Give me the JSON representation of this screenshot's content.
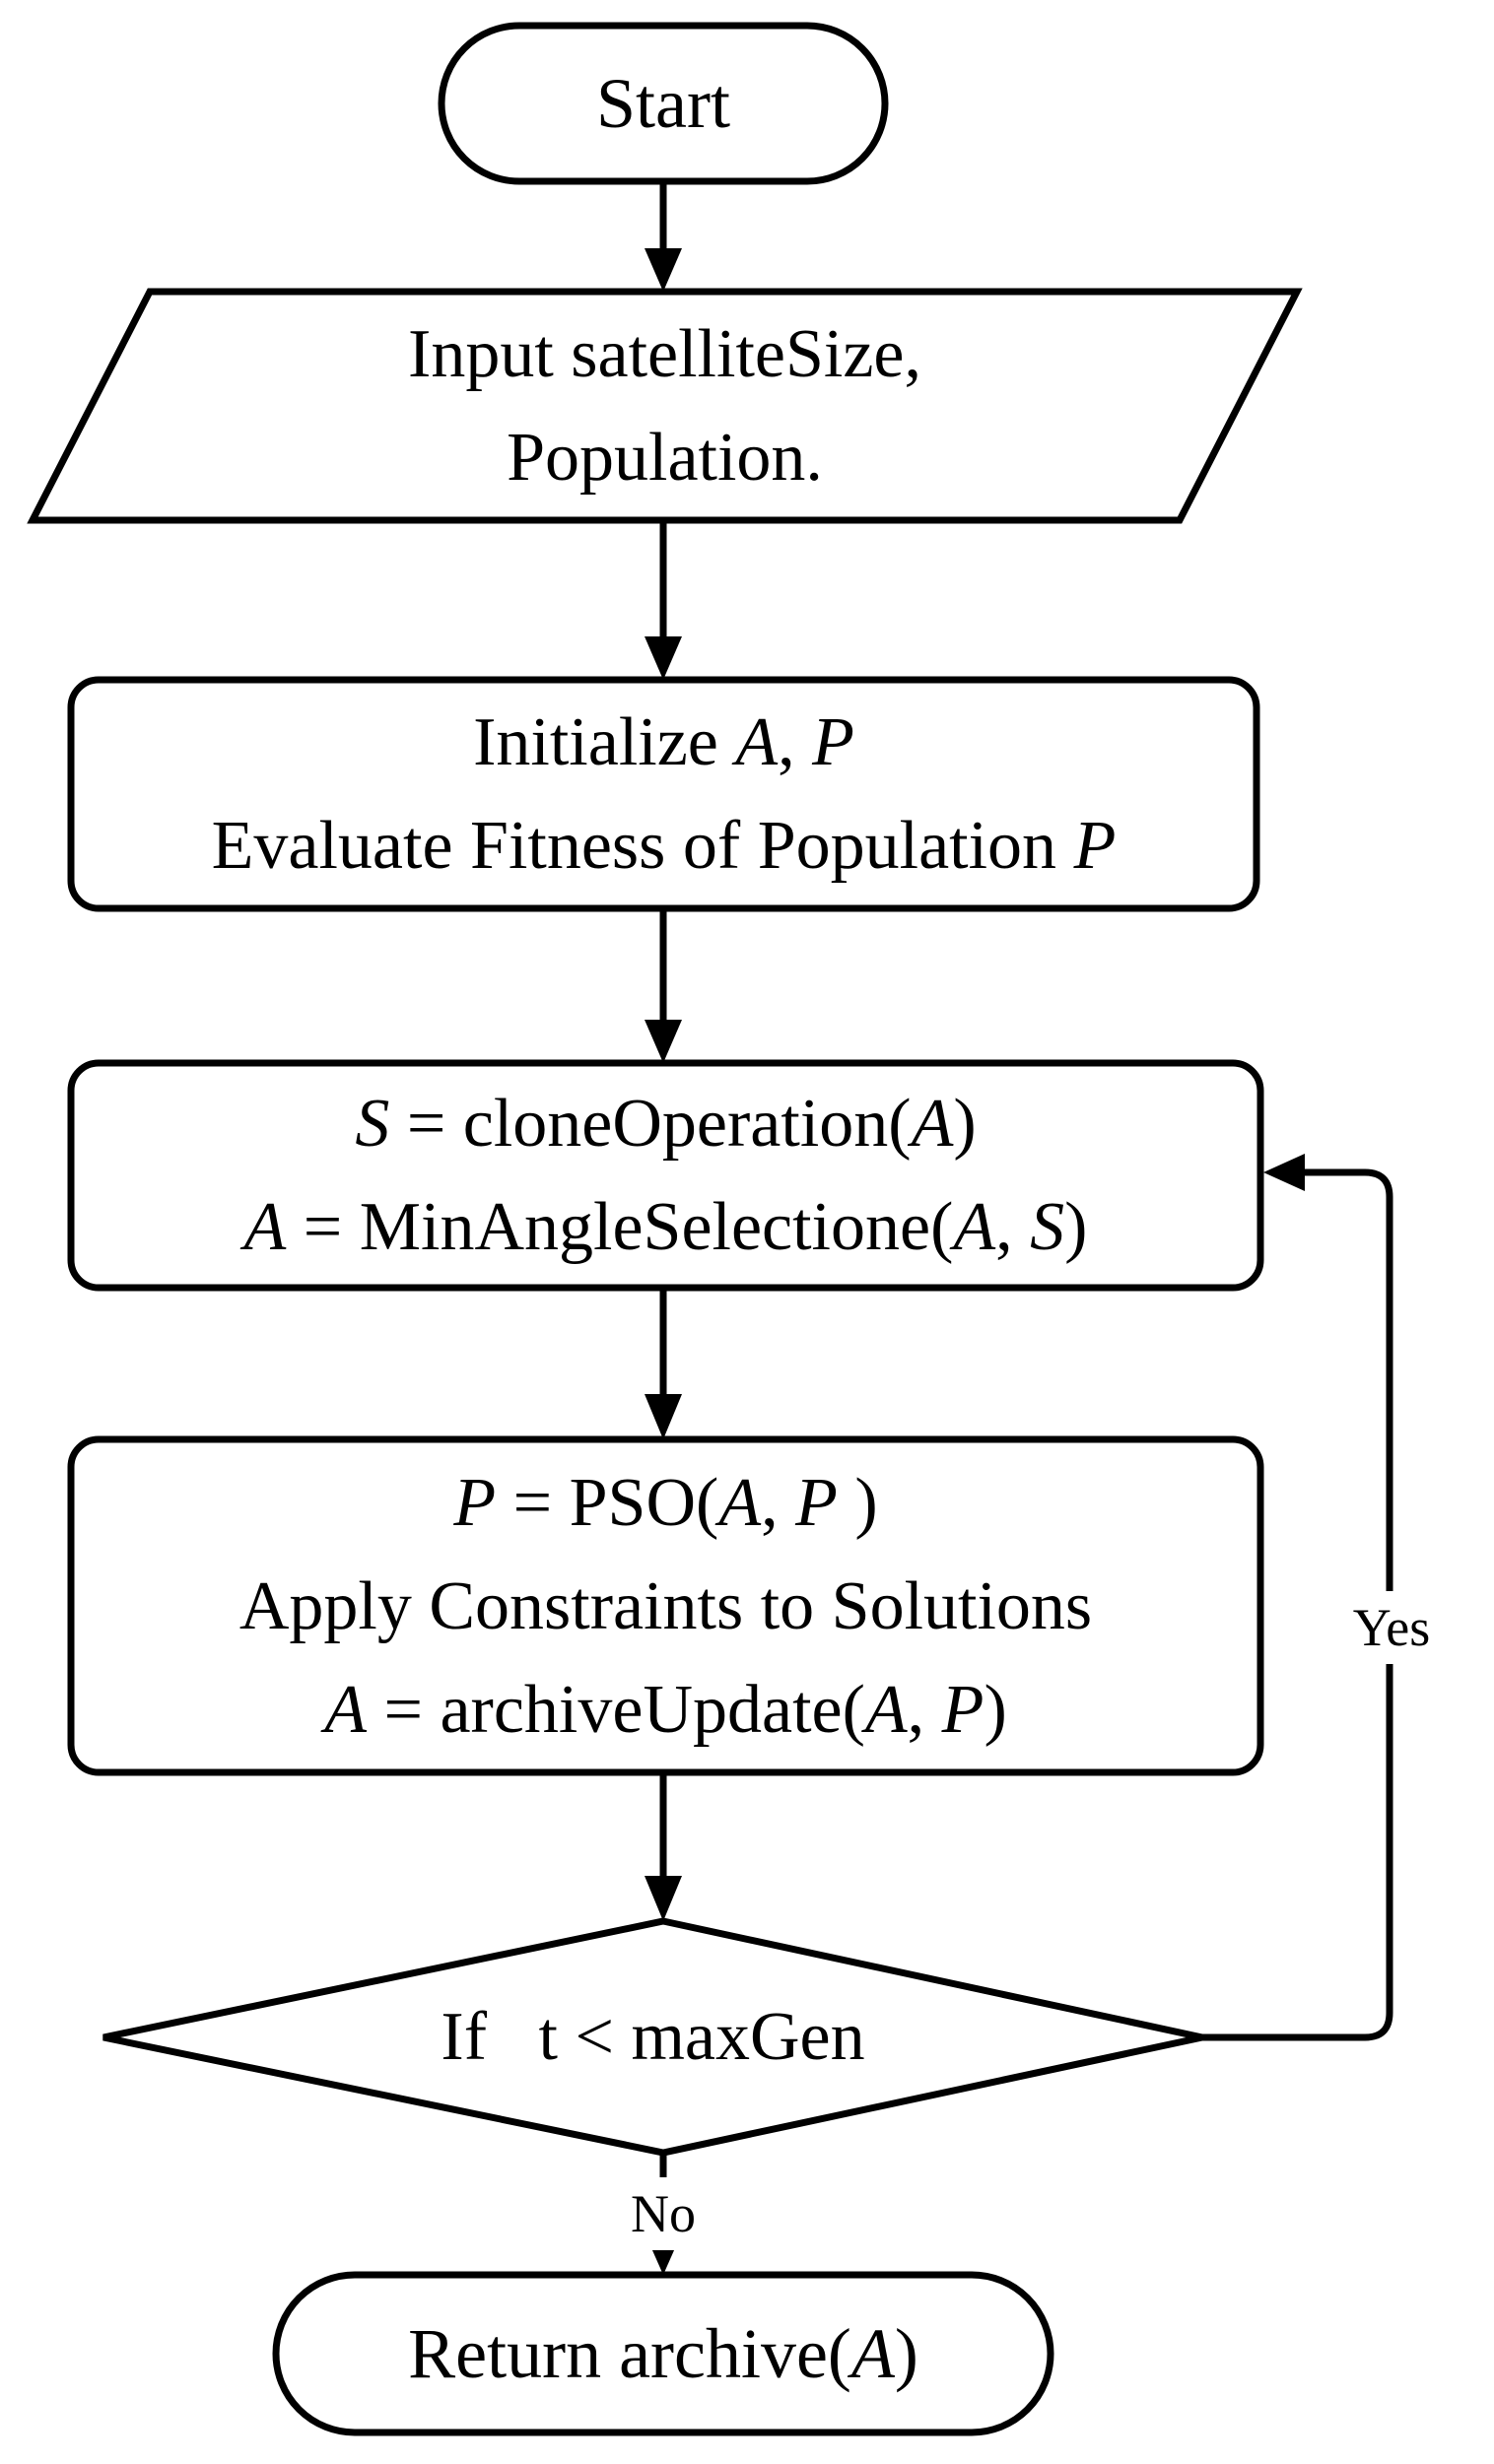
{
  "diagram": {
    "type": "flowchart",
    "colors": {
      "stroke": "#000000",
      "background": "#ffffff"
    },
    "nodes": {
      "start": {
        "shape": "terminator",
        "lines": [
          [
            {
              "t": "Start"
            }
          ]
        ]
      },
      "input": {
        "shape": "io-parallelogram",
        "lines": [
          [
            {
              "t": "Input satelliteSize,"
            }
          ],
          [
            {
              "t": "Population."
            }
          ]
        ]
      },
      "initialize": {
        "shape": "process",
        "lines": [
          [
            {
              "t": "Initialize "
            },
            {
              "t": "A",
              "i": true
            },
            {
              "t": ", "
            },
            {
              "t": "P",
              "i": true
            }
          ],
          [
            {
              "t": "Evaluate Fitness of Population "
            },
            {
              "t": "P",
              "i": true
            }
          ]
        ]
      },
      "clone_selection": {
        "shape": "process",
        "lines": [
          [
            {
              "t": "S",
              "i": true
            },
            {
              "t": " = cloneOperation("
            },
            {
              "t": "A",
              "i": true
            },
            {
              "t": ")"
            }
          ],
          [
            {
              "t": "A",
              "i": true
            },
            {
              "t": " = MinAngleSelectione("
            },
            {
              "t": "A",
              "i": true
            },
            {
              "t": ", "
            },
            {
              "t": "S",
              "i": true
            },
            {
              "t": ")"
            }
          ]
        ]
      },
      "pso_update": {
        "shape": "process",
        "lines": [
          [
            {
              "t": "P",
              "i": true
            },
            {
              "t": " = PSO("
            },
            {
              "t": "A",
              "i": true
            },
            {
              "t": ", "
            },
            {
              "t": "P",
              "i": true
            },
            {
              "t": " )"
            }
          ],
          [
            {
              "t": "Apply Constraints to Solutions"
            }
          ],
          [
            {
              "t": "A",
              "i": true
            },
            {
              "t": " = archiveUpdate("
            },
            {
              "t": "A",
              "i": true
            },
            {
              "t": ", "
            },
            {
              "t": "P",
              "i": true
            },
            {
              "t": ")"
            }
          ]
        ]
      },
      "decision": {
        "shape": "decision-diamond",
        "lines": [
          [
            {
              "t": "If   t < maxGen"
            }
          ]
        ]
      },
      "return": {
        "shape": "terminator",
        "lines": [
          [
            {
              "t": "Return archive("
            },
            {
              "t": "A",
              "i": true
            },
            {
              "t": ")"
            }
          ]
        ]
      }
    },
    "edges": [
      {
        "from": "start",
        "to": "input",
        "label": ""
      },
      {
        "from": "input",
        "to": "initialize",
        "label": ""
      },
      {
        "from": "initialize",
        "to": "clone_selection",
        "label": ""
      },
      {
        "from": "clone_selection",
        "to": "pso_update",
        "label": ""
      },
      {
        "from": "pso_update",
        "to": "decision",
        "label": ""
      },
      {
        "from": "decision",
        "to": "clone_selection",
        "label": "Yes"
      },
      {
        "from": "decision",
        "to": "return",
        "label": "No"
      }
    ]
  }
}
